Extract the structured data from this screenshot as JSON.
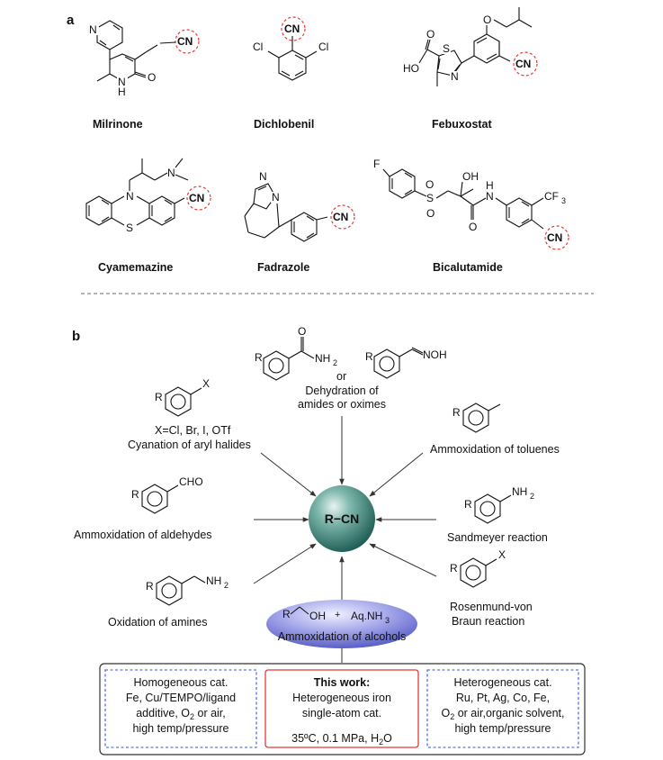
{
  "panels": {
    "a": "a",
    "b": "b"
  },
  "drugs": [
    {
      "name": "Milrinone"
    },
    {
      "name": "Dichlobenil"
    },
    {
      "name": "Febuxostat"
    },
    {
      "name": "Cyamemazine"
    },
    {
      "name": "Fadrazole"
    },
    {
      "name": "Bicalutamide"
    }
  ],
  "atoms": {
    "CN": "CN",
    "N": "N",
    "H": "H",
    "O": "O",
    "Cl": "Cl",
    "S": "S",
    "HO": "HO",
    "OH": "OH",
    "CF3": "CF",
    "three": "3",
    "NH2": "NH",
    "two": "2",
    "NOH": "NOH",
    "R": "R",
    "X": "X",
    "CHO": "CHO",
    "or": "or"
  },
  "center": {
    "label": "R−CN"
  },
  "routes": {
    "dehydration": [
      "Dehydration of",
      "amides or oximes"
    ],
    "aryl_halides": [
      "X=Cl, Br, I, OTf",
      "Cyanation of aryl halides"
    ],
    "toluenes": "Ammoxidation of toluenes",
    "aldehydes": "Ammoxidation of aldehydes",
    "sandmeyer": "Sandmeyer reaction",
    "amines": "Oxidation of amines",
    "rosenmund": [
      "Rosenmund-von",
      "Braun reaction"
    ],
    "alcohols": {
      "plus": "+",
      "reagent": "Aq.NH",
      "reagent_sub": "3",
      "label": "Ammoxidation of alcohols"
    }
  },
  "boxes": {
    "homogeneous": [
      "Homogeneous cat.",
      "Fe, Cu/TEMPO/ligand",
      "additive, O",
      "2",
      " or air,",
      "high temp/pressure"
    ],
    "this_work": [
      "This work:",
      "Heterogeneous iron",
      "single-atom cat.",
      "35ºC, 0.1 MPa, H",
      "2",
      "O"
    ],
    "heterogeneous": [
      "Heterogeneous cat.",
      "Ru, Pt, Ag, Co, Fe,",
      "O",
      "2",
      " or air,organic solvent,",
      "high temp/pressure"
    ]
  },
  "colors": {
    "cn_ring": "#e53935",
    "box_blue": "#3a55d6",
    "box_red": "#e53935",
    "sphere": "#2e7a6e",
    "ellipse": "#6b6fd3"
  }
}
